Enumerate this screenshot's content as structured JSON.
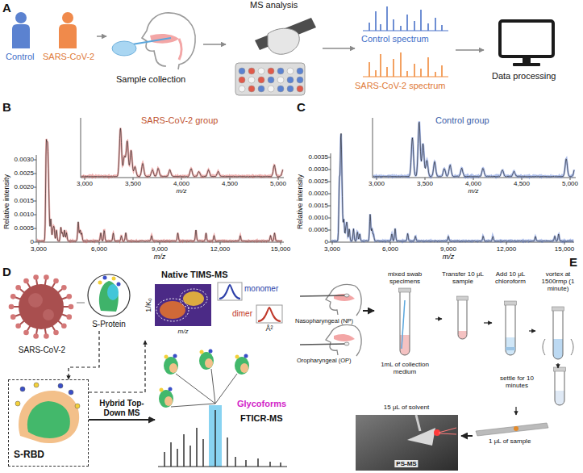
{
  "diagram": {
    "nodes": [
      {
        "text": [
          "Control",
          "SARS-CoV-2"
        ]
      },
      {
        "text": [
          "Sample collection"
        ]
      },
      {
        "text": [
          "MS analysis"
        ]
      },
      {
        "text": [
          "Control spectrum",
          "SARS-CoV-2 spectrum"
        ]
      },
      {
        "text": [
          "Data processing"
        ]
      },
      {
        "text": [
          "SARS-CoV-2"
        ]
      },
      {
        "text": [
          "S-Protein"
        ]
      },
      {
        "text": [
          "S-RBD"
        ]
      },
      {
        "text": [
          "Native TIMS-MS"
        ]
      },
      {
        "text": [
          "Glycoforms",
          "FTICR-MS"
        ]
      },
      {
        "text": [
          "Nasopharyngeal (NP)",
          "Oropharyngeal (OP)"
        ]
      },
      {
        "text": [
          "mixed swab specimens",
          "1mL of collection medium"
        ]
      },
      {
        "text": [
          "Transfer 10 μL sample"
        ]
      },
      {
        "text": [
          "Add 10 μL chloroform"
        ]
      },
      {
        "text": [
          "vortex at 1500rmp (1 minute)"
        ]
      },
      {
        "text": [
          "settle for 10 minutes"
        ]
      },
      {
        "text": [
          "1 μL of sample"
        ]
      },
      {
        "text": [
          "15 μL of solvent",
          "PS-MS"
        ]
      }
    ],
    "edges": [
      {
        "from": 0,
        "to": 1,
        "arrow": "to"
      },
      {
        "from": 1,
        "to": 2,
        "arrow": "to"
      },
      {
        "from": 2,
        "to": 3,
        "arrow": "to"
      },
      {
        "from": 3,
        "to": 4,
        "arrow": "to"
      },
      {
        "from": 5,
        "to": 6,
        "arrow": "none"
      },
      {
        "from": 6,
        "to": 7,
        "arrow": "to"
      },
      {
        "from": 7,
        "to": 8,
        "arrow": "to"
      },
      {
        "from": 7,
        "to": 9,
        "label": "Hybrid Top-Down MS",
        "arrow": "to"
      },
      {
        "from": 10,
        "to": 11,
        "arrow": "to"
      },
      {
        "from": 11,
        "to": 12,
        "arrow": "to"
      },
      {
        "from": 12,
        "to": 13,
        "arrow": "to"
      },
      {
        "from": 13,
        "to": 14,
        "arrow": "to"
      },
      {
        "from": 14,
        "to": 15,
        "arrow": "to"
      },
      {
        "from": 15,
        "to": 16,
        "arrow": "to"
      },
      {
        "from": 16,
        "to": 17,
        "arrow": "to"
      }
    ],
    "labels": [
      "A",
      "B",
      "SARS-CoV-2 group",
      "Relative intensity",
      "0.0030",
      "0.0025",
      "0.0020",
      "0.0015",
      "0.0010",
      "0.0005",
      "0",
      "3,000",
      "6,000",
      "9,000",
      "12,000",
      "15,000",
      "m/z",
      "3,000",
      "3,500",
      "4,000",
      "4,500",
      "5,000",
      "m/z",
      "C",
      "Control group",
      "Relative intensity",
      "0.0035",
      "0.0030",
      "0.0025",
      "0.0020",
      "0.0015",
      "0.0010",
      "0.0005",
      "0",
      "3,000",
      "6,000",
      "9,000",
      "12,000",
      "15,000",
      "m/z",
      "3,000",
      "3,500",
      "4,000",
      "4,500",
      "5,000",
      "m/z",
      "D",
      "1/K₀",
      "m/z",
      "monomer",
      "dimer",
      "Å²",
      "E"
    ]
  }
}
